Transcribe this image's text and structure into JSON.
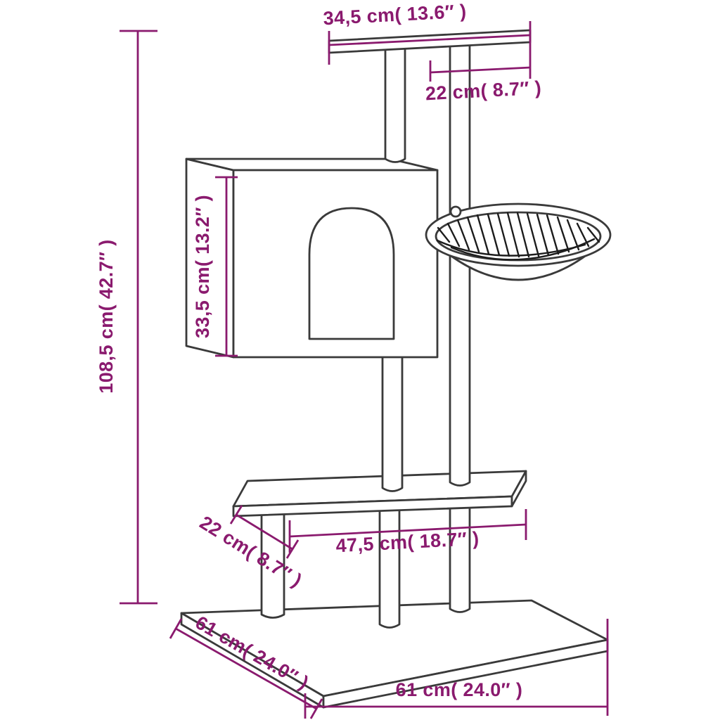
{
  "diagram": {
    "background_color": "#ffffff",
    "outline_color": "#3a3a3a",
    "dimension_color": "#8a1a6e",
    "dimensions": {
      "top_platform_width": "34,5 cm( 13.6″ )",
      "top_platform_depth": "22 cm( 8.7″ )",
      "condo_height": "33,5 cm( 13.2″ )",
      "total_height": "108,5 cm( 42.7″ )",
      "middle_platform_width": "47,5 cm( 18.7″ )",
      "middle_platform_depth": "22 cm( 8.7″ )",
      "base_depth": "61 cm( 24.0″ )",
      "base_width": "61 cm( 24.0″ )"
    }
  }
}
